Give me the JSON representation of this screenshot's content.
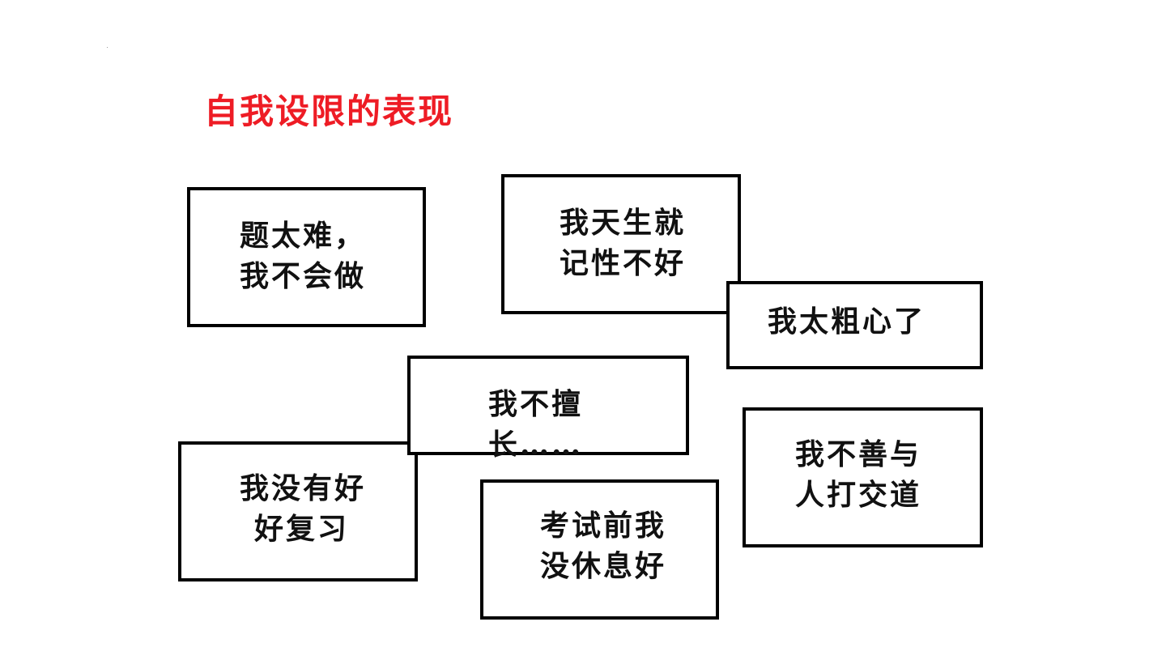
{
  "title": "自我设限的表现",
  "accent_color": "#ee1c25",
  "cards": [
    {
      "id": "difficult",
      "lines": [
        "题太难，",
        "我不会做"
      ]
    },
    {
      "id": "memory",
      "lines": [
        "我天生就",
        "记性不好"
      ]
    },
    {
      "id": "careless",
      "lines": [
        "我太粗心了"
      ]
    },
    {
      "id": "not-good-at",
      "lines": [
        "我不擅",
        "长……"
      ]
    },
    {
      "id": "review",
      "lines": [
        "我没有好",
        "好复习"
      ]
    },
    {
      "id": "rest",
      "lines": [
        "考试前我",
        "没休息好"
      ]
    },
    {
      "id": "social",
      "lines": [
        "我不善与",
        "人打交道"
      ]
    }
  ]
}
